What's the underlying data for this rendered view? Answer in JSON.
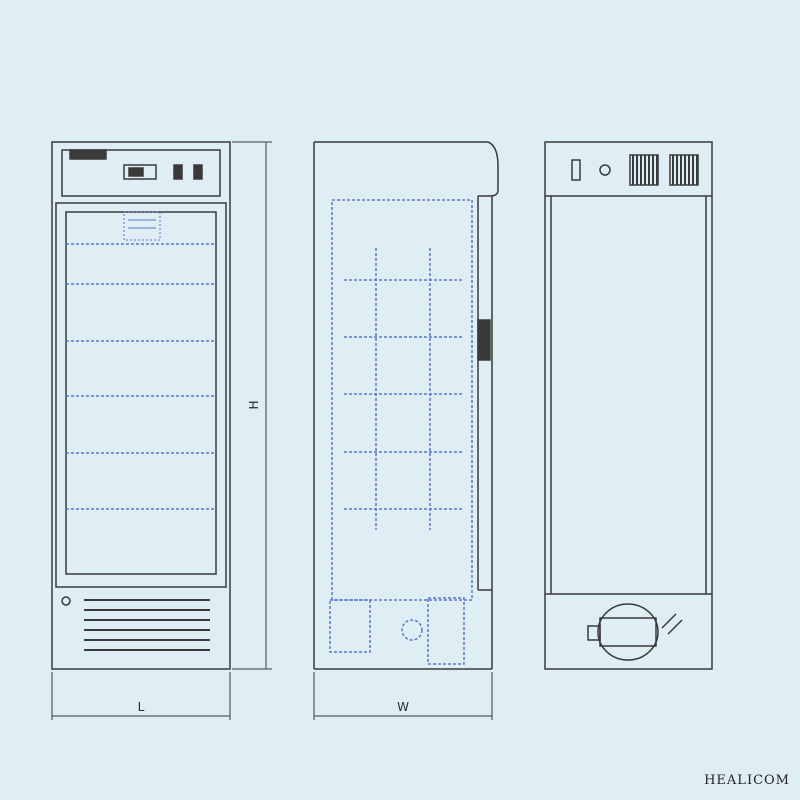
{
  "dimension_labels": {
    "height": "H",
    "length": "L",
    "width": "W"
  },
  "watermark": "HEALICOM",
  "colors": {
    "background": "#dfeef5",
    "line": "#3a3a3a",
    "dash": "#5a78c8"
  }
}
